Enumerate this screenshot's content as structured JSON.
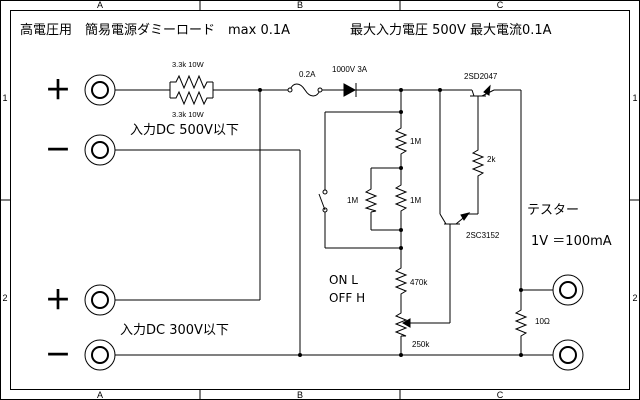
{
  "header": {
    "title": "高電圧用　簡易電源ダミーロード　max 0.1A",
    "spec": "最大入力電圧 500V 最大電流0.1A"
  },
  "frame": {
    "col_labels": [
      "A",
      "B",
      "C"
    ],
    "row_labels": [
      "1",
      "2"
    ]
  },
  "terminals": {
    "plus_symbol": "＋",
    "minus_symbol": "－",
    "input_500v_label": "入力DC 500V以下",
    "input_300v_label": "入力DC  300V以下"
  },
  "components": {
    "r_series_top": "3.3k 10W",
    "r_series_bottom": "3.3k 10W",
    "fuse": "0.2A",
    "diode": "1000V  3A",
    "r_1m_a": "1M",
    "r_1m_b": "1M",
    "r_1m_side": "1M",
    "r_470k": "470k",
    "pot_250k": "250k",
    "q_pnp": "2SD2047",
    "r_2k": "2k",
    "q_npn": "2SC3152",
    "r_10ohm": "10Ω"
  },
  "switch": {
    "on_label": "ON   L",
    "off_label": "OFF H"
  },
  "tester": {
    "label": "テスター",
    "scale": "1V ＝100mA"
  }
}
